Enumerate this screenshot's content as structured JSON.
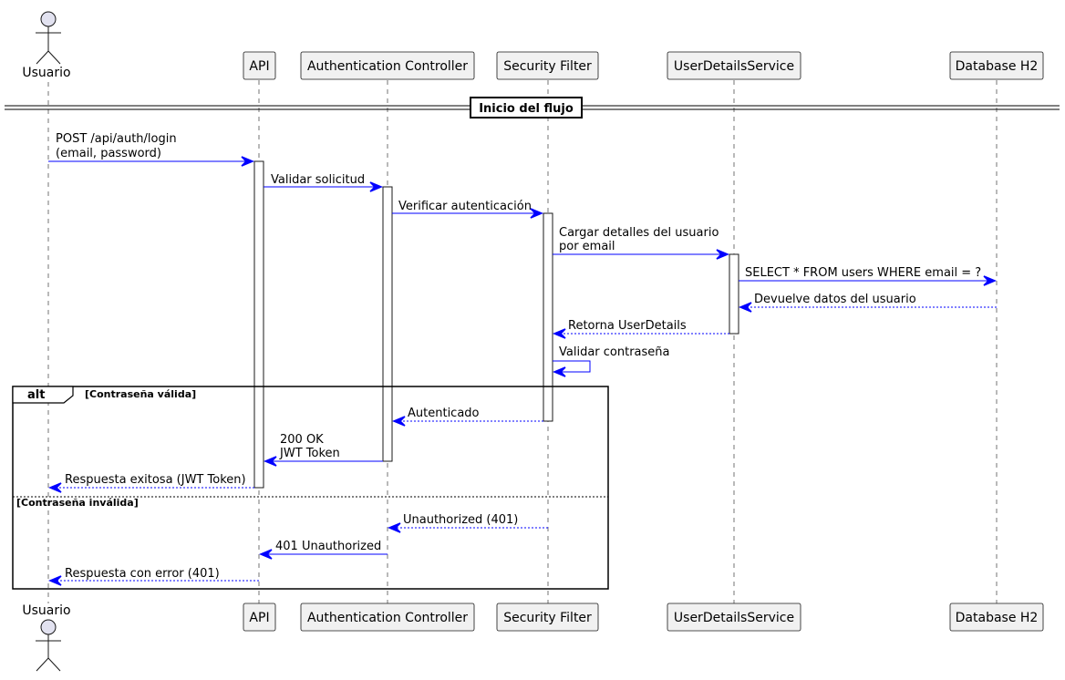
{
  "participants": [
    {
      "id": "usuario",
      "label": "Usuario",
      "kind": "actor"
    },
    {
      "id": "api",
      "label": "API",
      "kind": "box"
    },
    {
      "id": "auth",
      "label": "Authentication Controller",
      "kind": "box"
    },
    {
      "id": "filter",
      "label": "Security Filter",
      "kind": "box"
    },
    {
      "id": "uds",
      "label": "UserDetailsService",
      "kind": "box"
    },
    {
      "id": "db",
      "label": "Database H2",
      "kind": "box"
    }
  ],
  "divider": {
    "label": "Inicio del flujo"
  },
  "messages": [
    {
      "from": "usuario",
      "to": "api",
      "lines": [
        "POST /api/auth/login",
        "(email, password)"
      ],
      "style": "solid"
    },
    {
      "from": "api",
      "to": "auth",
      "lines": [
        "Validar solicitud"
      ],
      "style": "solid"
    },
    {
      "from": "auth",
      "to": "filter",
      "lines": [
        "Verificar autenticación"
      ],
      "style": "solid"
    },
    {
      "from": "filter",
      "to": "uds",
      "lines": [
        "Cargar detalles del usuario",
        "por email"
      ],
      "style": "solid"
    },
    {
      "from": "uds",
      "to": "db",
      "lines": [
        "SELECT * FROM users WHERE email = ?"
      ],
      "style": "solid"
    },
    {
      "from": "db",
      "to": "uds",
      "lines": [
        "Devuelve datos del usuario"
      ],
      "style": "dashed"
    },
    {
      "from": "uds",
      "to": "filter",
      "lines": [
        "Retorna UserDetails"
      ],
      "style": "dashed"
    },
    {
      "from": "filter",
      "to": "filter",
      "lines": [
        "Validar contraseña"
      ],
      "style": "self"
    },
    {
      "from": "filter",
      "to": "auth",
      "lines": [
        "Autenticado"
      ],
      "style": "dashed"
    },
    {
      "from": "auth",
      "to": "api",
      "lines": [
        "200 OK",
        "JWT Token"
      ],
      "style": "solid"
    },
    {
      "from": "api",
      "to": "usuario",
      "lines": [
        "Respuesta exitosa (JWT Token)"
      ],
      "style": "dashed"
    },
    {
      "from": "filter",
      "to": "auth",
      "lines": [
        "Unauthorized (401)"
      ],
      "style": "dashed"
    },
    {
      "from": "auth",
      "to": "api",
      "lines": [
        "401 Unauthorized"
      ],
      "style": "solid"
    },
    {
      "from": "api",
      "to": "usuario",
      "lines": [
        "Respuesta con error (401)"
      ],
      "style": "dashed"
    }
  ],
  "alt_fragment": {
    "keyword": "alt",
    "guard_1": "[Contraseña válida]",
    "guard_2": "[Contraseña inválida]"
  },
  "colors": {
    "arrow": "#0000ff",
    "participant_fill": "#f1f1f1",
    "actor_fill": "#e2e2f0",
    "line": "#181818"
  }
}
